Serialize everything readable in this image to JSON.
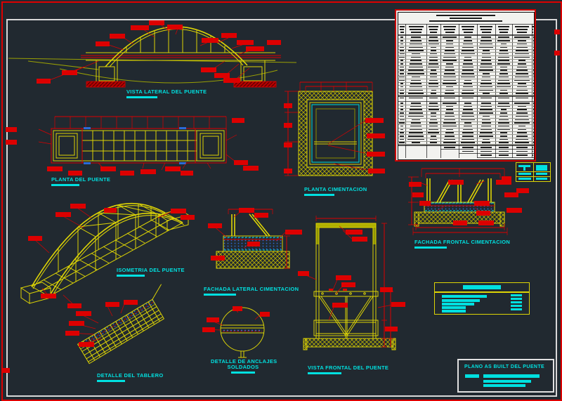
{
  "sheet": {
    "labels": {
      "vista_lateral": "VISTA LATERAL DEL PUENTE",
      "planta_puente": "PLANTA DEL PUENTE",
      "planta_cimentacion": "PLANTA CIMENTACION",
      "isometria": "ISOMETRIA DEL PUENTE",
      "fachada_lateral_cimentacion": "FACHADA LATERAL CIMENTACION",
      "fachada_frontal_cimentacion": "FACHADA FRONTAL CIMENTACION",
      "detalle_tablero": "DETALLE DEL TABLERO",
      "detalle_anclajes_line1": "DETALLE DE ANCLAJES",
      "detalle_anclajes_line2": "SOLDADOS",
      "vista_frontal": "VISTA FRONTAL DEL PUENTE"
    },
    "title_block": {
      "title": "PLANO AS BUILT DEL PUENTE"
    },
    "table": {
      "columns": 9,
      "section1_rows": 18,
      "section2_rows": 13,
      "summary_rows": 3
    }
  },
  "colors": {
    "background": "#212930",
    "yellow": "#ddd405",
    "red": "#dd0000",
    "cyan": "#00e0e0",
    "blue": "#2b6bd8",
    "border_white": "#d8d8d8"
  }
}
